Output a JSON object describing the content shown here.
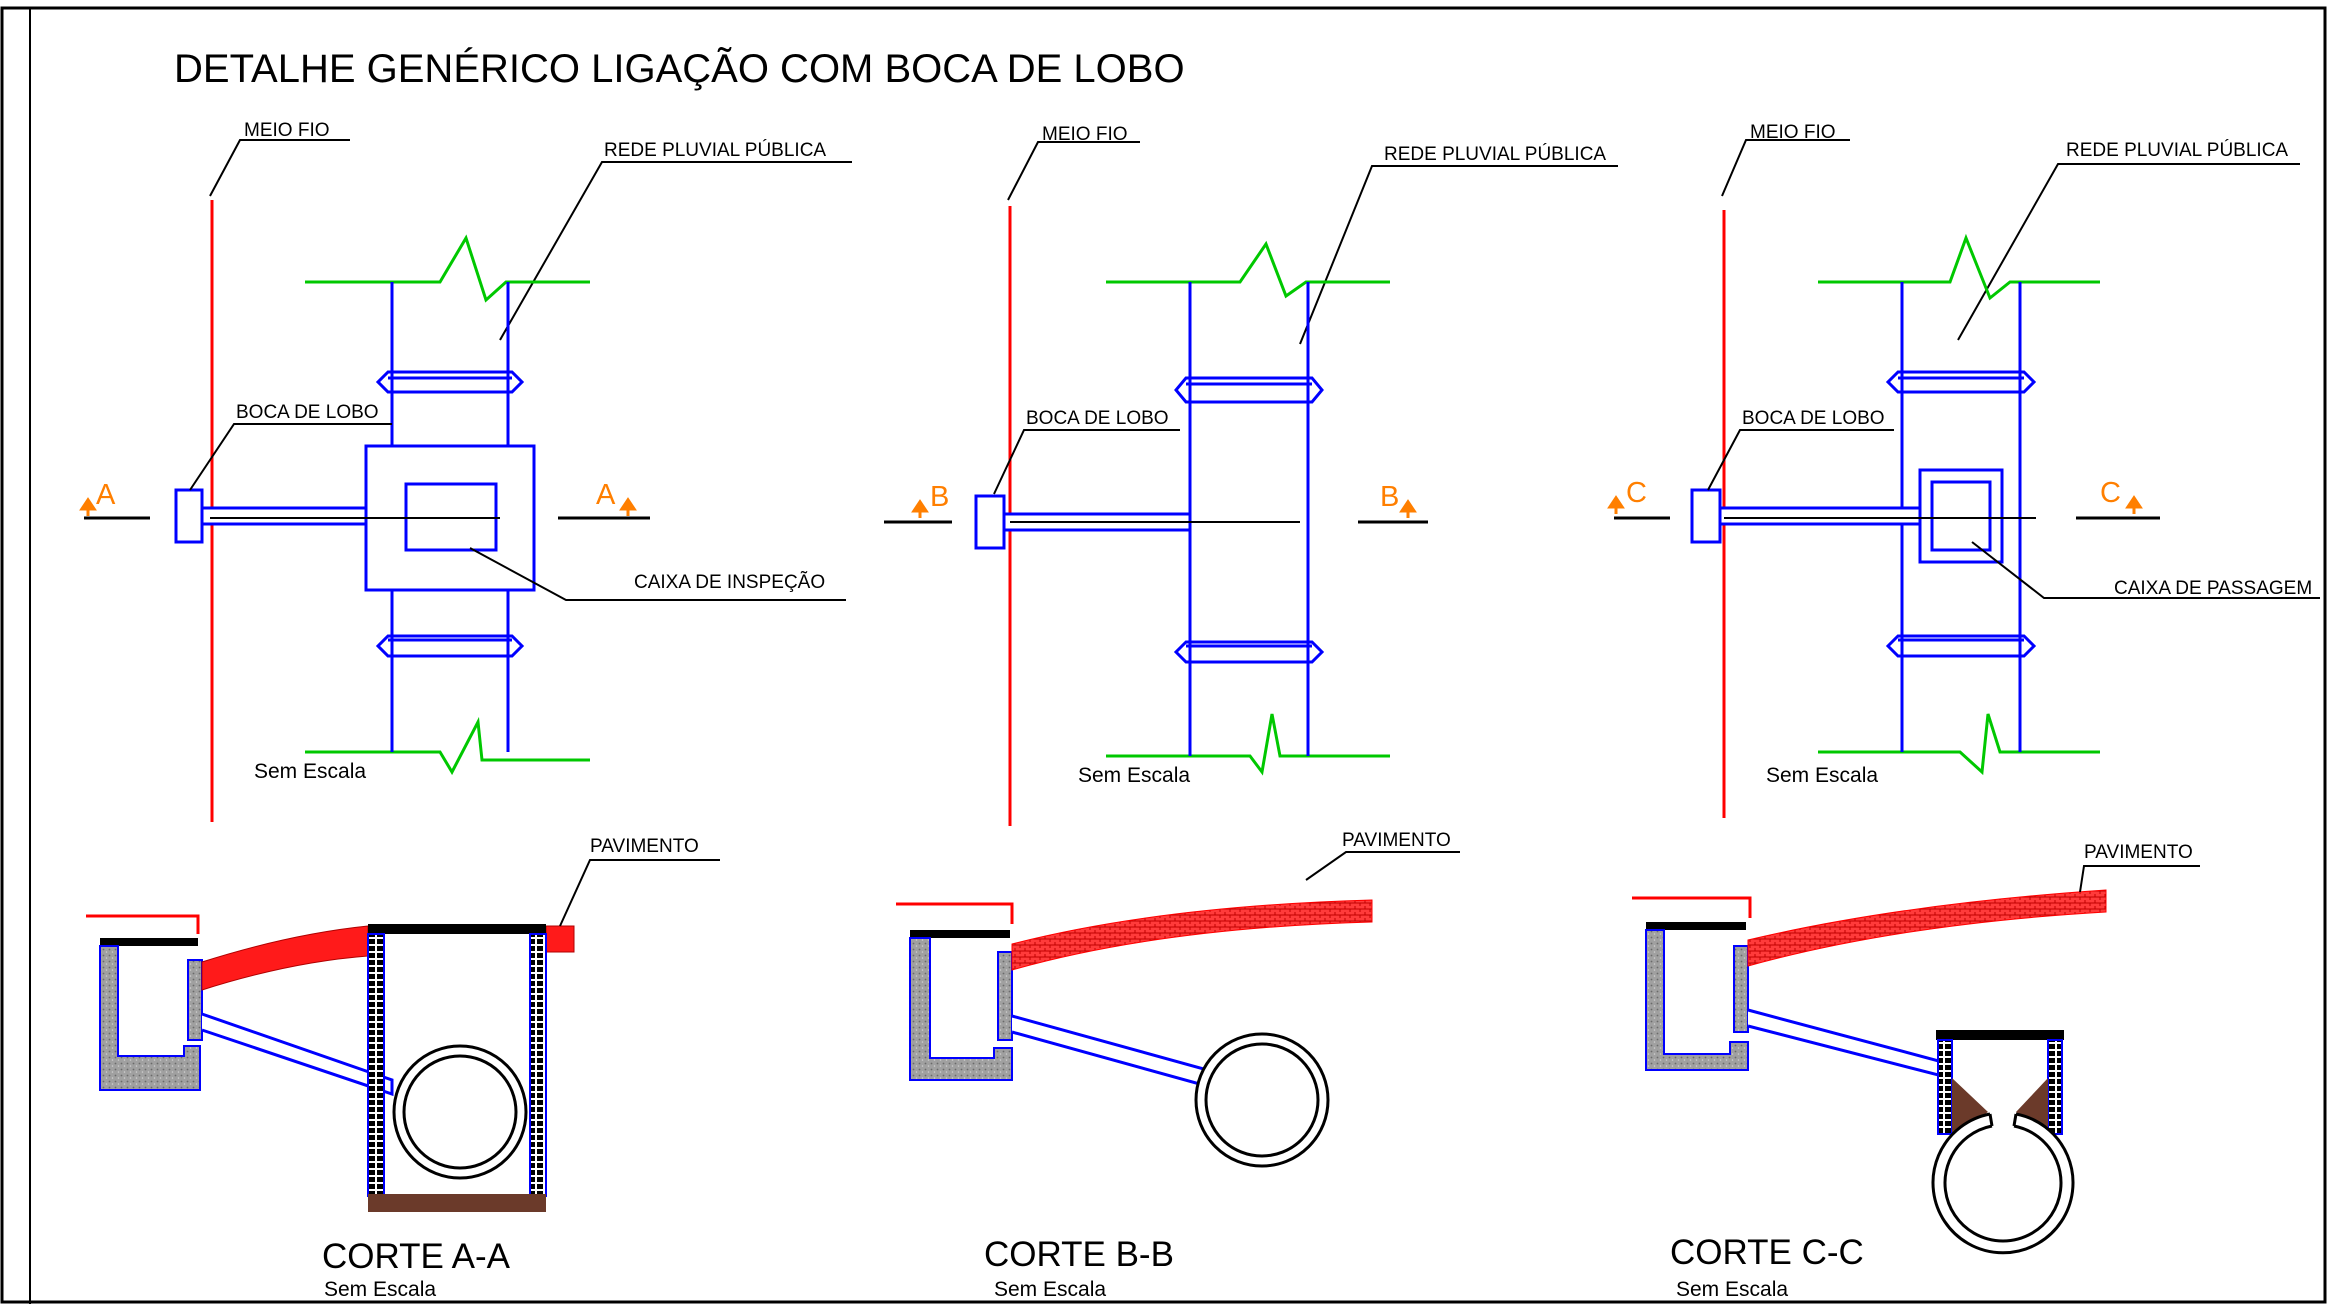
{
  "title": "DETALHE GENÉRICO LIGAÇÃO COM BOCA DE LOBO",
  "colors": {
    "curb": "#ff0000",
    "pipe": "#0000ff",
    "break_line": "#00c800",
    "section_marker": "#ff7f00",
    "pavement": "#ff3b3b",
    "concrete": "#9a9a9a",
    "base": "#6b3a2a"
  },
  "plan_views": [
    {
      "curb_label": "MEIO FIO",
      "network_label": "REDE PLUVIAL PÚBLICA",
      "inlet_label": "BOCA DE LOBO",
      "box_label": "CAIXA DE INSPEÇÃO",
      "section_mark_left": "A",
      "section_mark_right": "A",
      "scale": "Sem Escala"
    },
    {
      "curb_label": "MEIO FIO",
      "network_label": "REDE PLUVIAL PÚBLICA",
      "inlet_label": "BOCA DE LOBO",
      "section_mark_left": "B",
      "section_mark_right": "B",
      "scale": "Sem Escala"
    },
    {
      "curb_label": "MEIO FIO",
      "network_label": "REDE PLUVIAL PÚBLICA",
      "inlet_label": "BOCA DE LOBO",
      "box_label": "CAIXA DE PASSAGEM",
      "section_mark_left": "C",
      "section_mark_right": "C",
      "scale": "Sem Escala"
    }
  ],
  "sections": [
    {
      "pavement_label": "PAVIMENTO",
      "name": "CORTE A-A",
      "scale": "Sem Escala"
    },
    {
      "pavement_label": "PAVIMENTO",
      "name": "CORTE B-B",
      "scale": "Sem Escala"
    },
    {
      "pavement_label": "PAVIMENTO",
      "name": "CORTE C-C",
      "scale": "Sem Escala"
    }
  ]
}
